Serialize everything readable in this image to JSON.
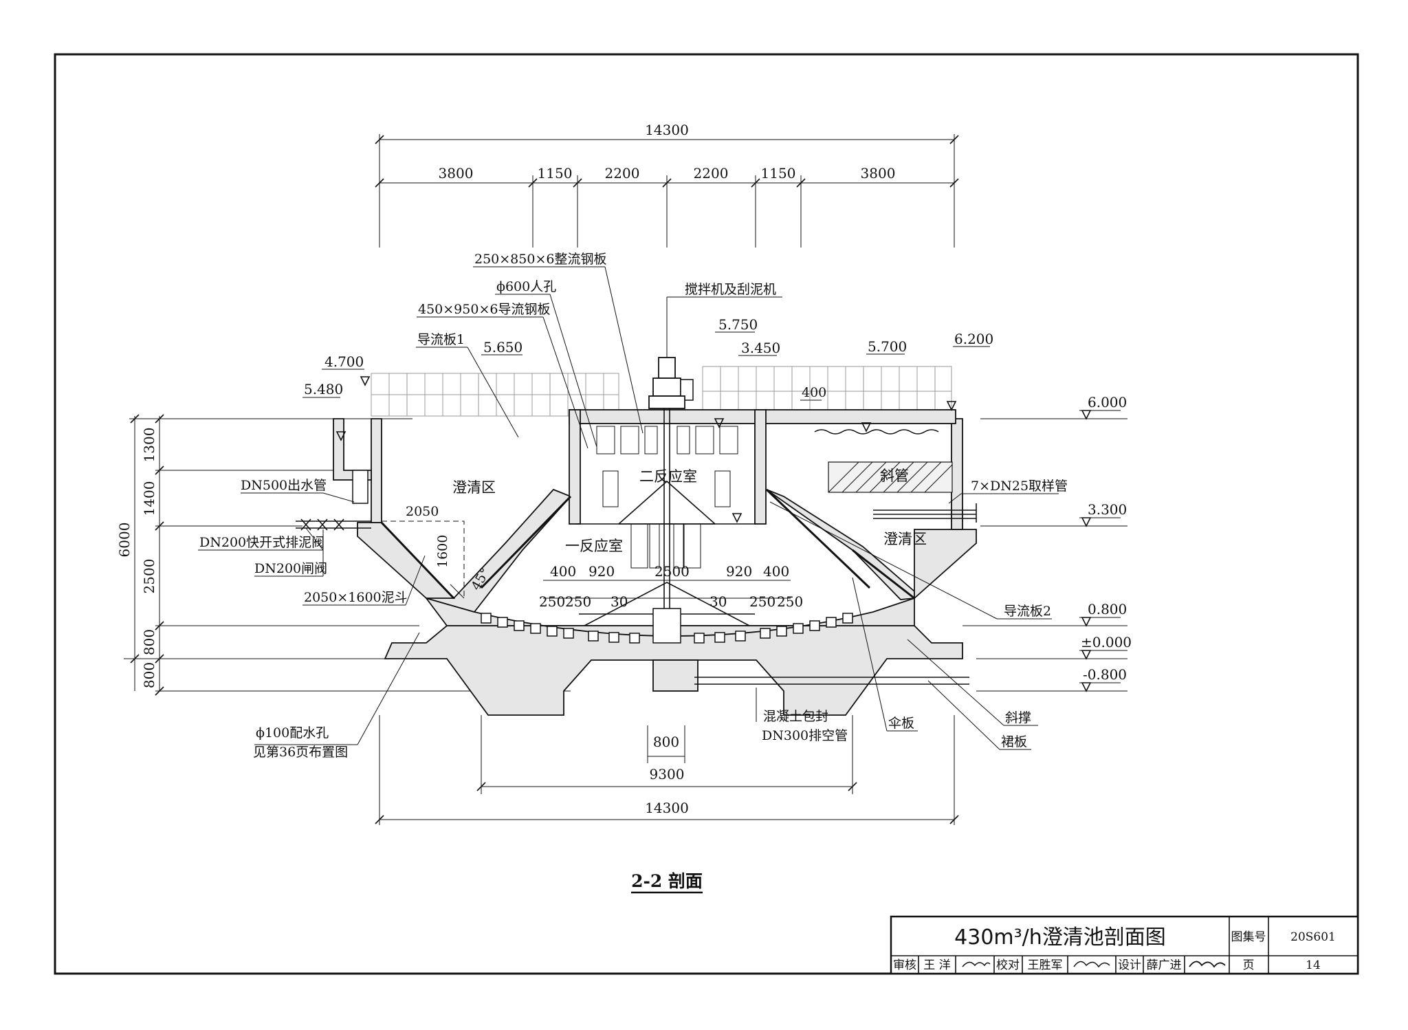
{
  "drawing": {
    "section_title": "2-2 剖面",
    "dims_top": {
      "overall": "14300",
      "segments": [
        "3800",
        "1150",
        "2200",
        "2200",
        "1150",
        "3800"
      ]
    },
    "dims_bottom": {
      "overall": "14300",
      "middle": "9300",
      "small": "800"
    },
    "dims_left": {
      "overall": "6000",
      "segments": [
        "1300",
        "1400",
        "2500",
        "800",
        "800"
      ]
    },
    "elevations": {
      "e_4700": "4.700",
      "e_5480": "5.480",
      "e_5650": "5.650",
      "e_5750": "5.750",
      "e_3450": "3.450",
      "e_5700": "5.700",
      "e_6200": "6.200",
      "e_6000": "6.000",
      "e_3300": "3.300",
      "e_0800": "0.800",
      "e_0000": "±0.000",
      "e_m0800": "-0.800"
    },
    "labels": {
      "steel_plate_1": "250×850×6整流钢板",
      "manhole": "ϕ600人孔",
      "mixer": "搅拌机及刮泥机",
      "steel_plate_2": "450×950×6导流钢板",
      "baffle_1": "导流板1",
      "dim_400_top": "400",
      "outlet_pipe": "DN500出水管",
      "fast_valve": "DN200快开式排泥阀",
      "gate_valve": "DN200闸阀",
      "sludge_hopper": "2050×1600泥斗",
      "dim_2050": "2050",
      "dim_1600": "1600",
      "angle": "45°",
      "sample_pipe": "7×DN25取样管",
      "baffle_2": "导流板2",
      "brace": "斜撑",
      "skirt": "裙板",
      "umbrella": "伞板",
      "drain_pipe_1": "混凝土包封",
      "drain_pipe_2": "DN300排空管",
      "distribution_hole_1": "ϕ100配水孔",
      "distribution_hole_2": "见第36页布置图"
    },
    "zones": {
      "clarify_left": "澄清区",
      "clarify_right": "澄清区",
      "second_reaction": "二反应室",
      "first_reaction": "一反应室",
      "tubes": "斜管"
    },
    "inner_dims": {
      "top_row": [
        "400",
        "920",
        "2500",
        "920",
        "400"
      ],
      "bottom_row": [
        "250",
        "250",
        "30",
        "30",
        "250",
        "250"
      ]
    }
  },
  "title_block": {
    "title": "430m³/h澄清池剖面图",
    "atlas_label": "图集号",
    "atlas_no": "20S601",
    "review_label": "审核",
    "reviewer": "王 洋",
    "check_label": "校对",
    "checker": "王胜军",
    "design_label": "设计",
    "designer": "薛广进",
    "page_label": "页",
    "page_no": "14"
  }
}
